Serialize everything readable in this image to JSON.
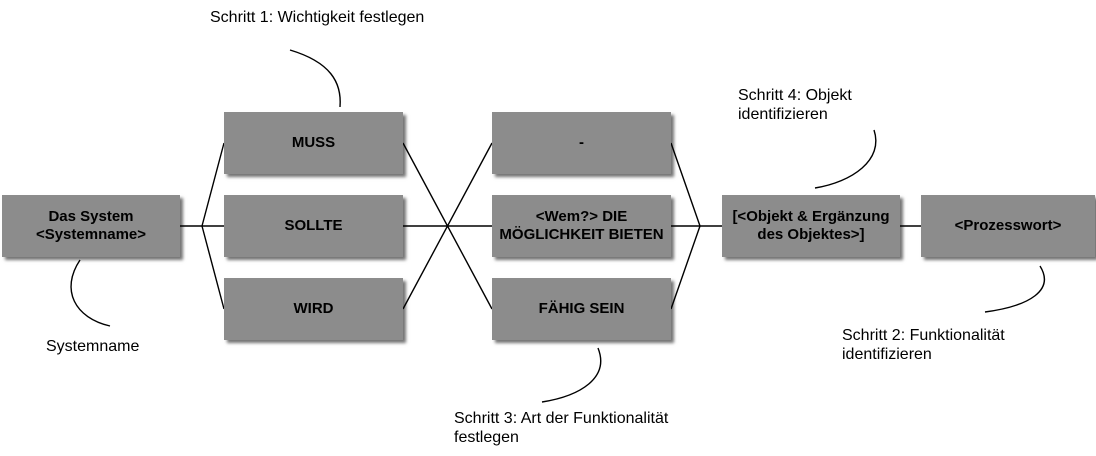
{
  "boxes": {
    "system": "Das System <Systemname>",
    "muss": "MUSS",
    "sollte": "SOLLTE",
    "wird": "WIRD",
    "dash": "-",
    "wem": "<Wem?> DIE MÖGLICHKEIT BIETEN",
    "faehig": "FÄHIG SEIN",
    "objekt": "[<Objekt & Ergänzung des Objektes>]",
    "prozesswort": "<Prozesswort>"
  },
  "notes": {
    "step1": "Schritt 1: Wichtigkeit festlegen",
    "step2": "Schritt 2: Funktionalität identifizieren",
    "step3": "Schritt 3: Art der Funktionalität festlegen",
    "step4": "Schritt 4: Objekt identifizieren",
    "systemname": "Systemname"
  },
  "colors": {
    "box_fill": "#8c8c8c",
    "line": "#000000"
  }
}
